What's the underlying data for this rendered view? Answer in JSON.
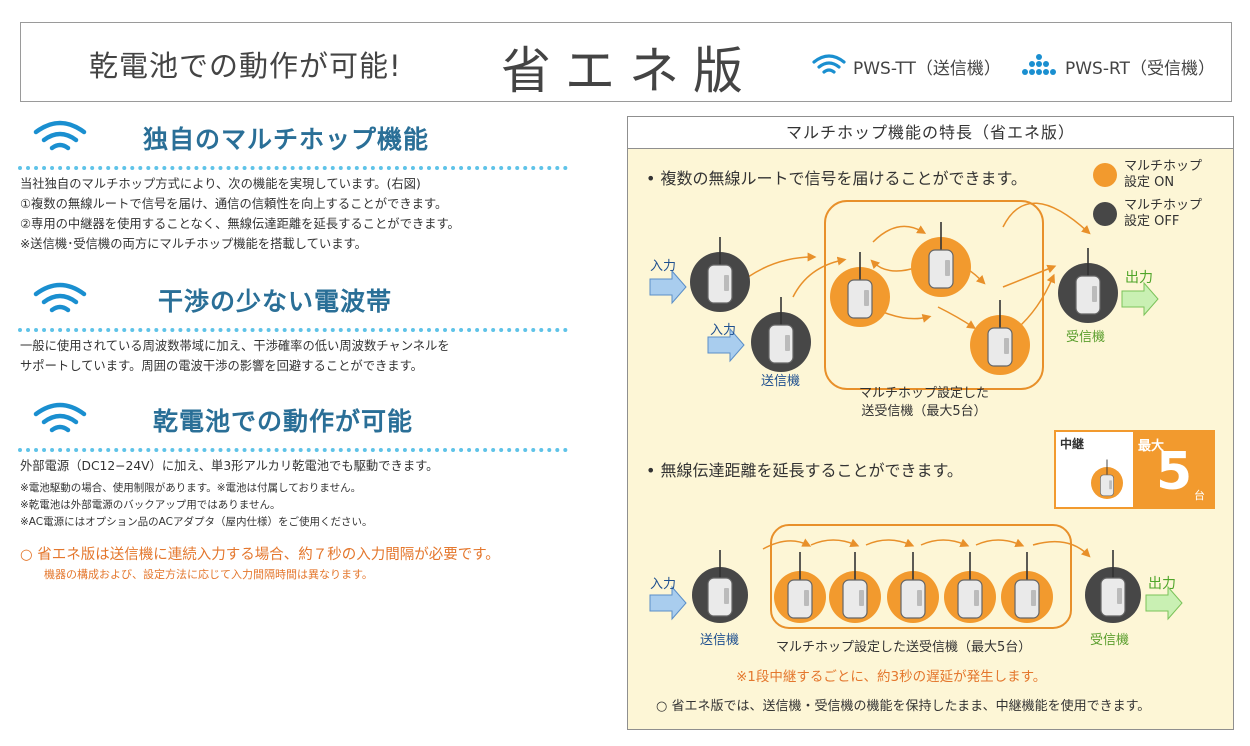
{
  "header": {
    "left_title": "乾電池での動作が可能!",
    "center_title": "省エネ版",
    "legend_tt": "PWS-TT（送信機）",
    "legend_rt": "PWS-RT（受信機）"
  },
  "sections": {
    "multihop": {
      "title": "独自のマルチホップ機能",
      "lines": [
        "当社独自のマルチホップ方式により、次の機能を実現しています。(右図)",
        "①複数の無線ルートで信号を届け、通信の信頼性を向上することができます。",
        "②専用の中継器を使用することなく、無線伝達距離を延長することができます。",
        "※送信機･受信機の両方にマルチホップ機能を搭載しています。"
      ]
    },
    "interference": {
      "title": "干渉の少ない電波帯",
      "lines": [
        "一般に使用されている周波数帯域に加え、干渉確率の低い周波数チャンネルを",
        "サポートしています。周囲の電波干渉の影響を回避することができます。"
      ]
    },
    "battery": {
      "title": "乾電池での動作が可能",
      "line": "外部電源（DC12−24V）に加え、単3形アルカリ乾電池でも駆動できます。",
      "notes": [
        "※電池駆動の場合、使用制限があります。※電池は付属しておりません。",
        "※乾電池は外部電源のバックアップ用ではありません。",
        "※AC電源にはオプション品のACアダプタ（屋内仕様）をご使用ください。"
      ],
      "orange_note": "○ 省エネ版は送信機に連続入力する場合、約７秒の入力間隔が必要です。",
      "orange_sub": "機器の構成および、設定方法に応じて入力間隔時間は異なります。"
    }
  },
  "panel": {
    "title": "マルチホップ機能の特長（省エネ版）",
    "bullet1": "• 複数の無線ルートで信号を届けることができます。",
    "legend_on": [
      "マルチホップ",
      "設定 ON"
    ],
    "legend_off": [
      "マルチホップ",
      "設定 OFF"
    ],
    "input": "入力",
    "output": "出力",
    "transmitter": "送信機",
    "receiver": "受信機",
    "group_label": [
      "マルチホップ設定した",
      "送受信機（最大5台）"
    ],
    "bullet2": "• 無線伝達距離を延長することができます。",
    "relay_box": {
      "label": "中継",
      "max_label": "最大",
      "max_value": "5",
      "unit": "台"
    },
    "chain_label": "マルチホップ設定した送受信機（最大5台）",
    "delay_note": "※1段中継するごとに、約3秒の遅延が発生します。",
    "bottom_note": "○ 省エネ版では、送信機・受信機の機能を保持したまま、中継機能を使用できます。"
  },
  "colors": {
    "accent_blue": "#1a8fd0",
    "orange": "#f29a2e",
    "dark": "#444444",
    "panel_bg": "#fdf6d6",
    "green": "#5a9e2d"
  }
}
